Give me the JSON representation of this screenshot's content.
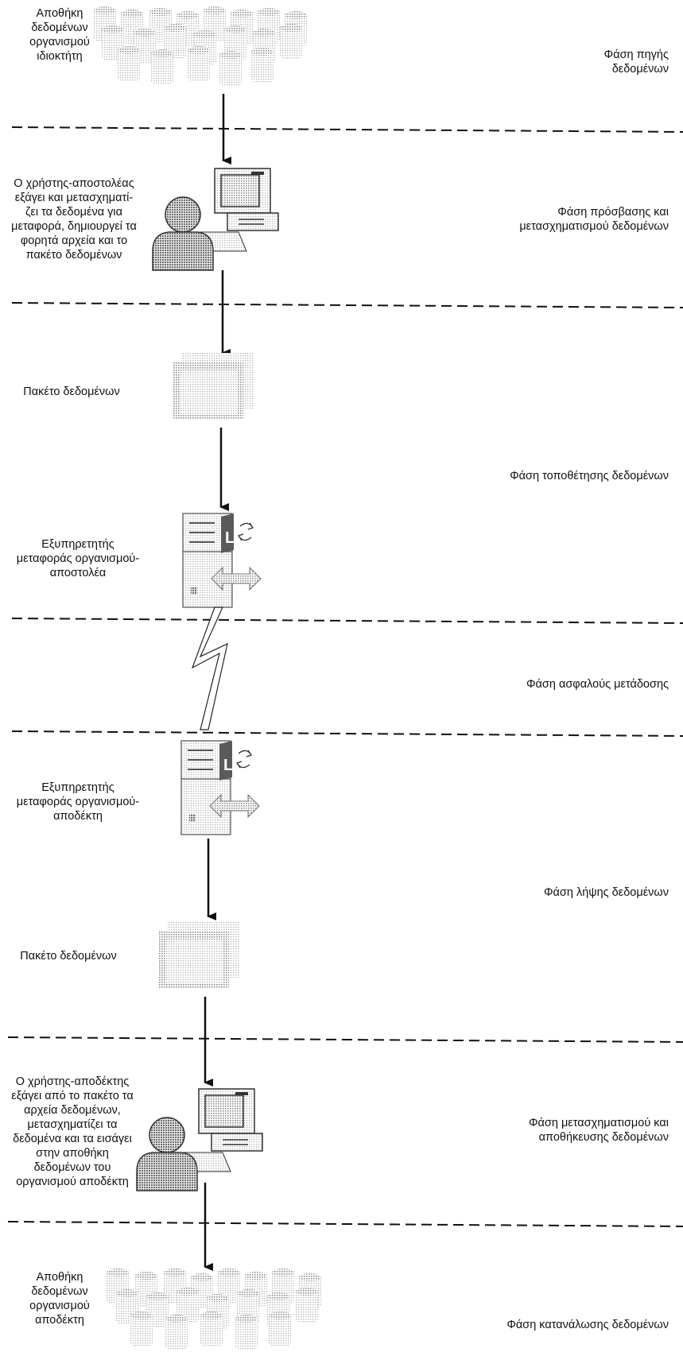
{
  "left_labels": {
    "source_db": [
      "Αποθήκη",
      "δεδομένων",
      "οργανισμού",
      "ιδιοκτήτη"
    ],
    "sender_user": [
      "Ο χρήστης-αποστολέας",
      "εξάγει και μετασχηματί-",
      "ζει τα δεδομένα για",
      "μεταφορά, δημιουργεί τα",
      "φορητά αρχεία και το",
      "πακέτο δεδομένων"
    ],
    "package_1": [
      "Πακέτο δεδομένων"
    ],
    "sender_server": [
      "Εξυπηρετητής",
      "μεταφοράς οργανισμού-",
      "αποστολέα"
    ],
    "receiver_server": [
      "Εξυπηρετητής",
      "μεταφοράς οργανισμού-",
      "αποδέκτη"
    ],
    "package_2": [
      "Πακέτο δεδομένων"
    ],
    "receiver_user": [
      "Ο χρήστης-αποδέκτης",
      "εξάγει από το πακέτο τα",
      "αρχεία δεδομένων,",
      "μετασχηματίζει τα",
      "δεδομένα και τα εισάγει",
      "στην αποθήκη",
      "δεδομένων του",
      "οργανισμού αποδέκτη"
    ],
    "target_db": [
      "Αποθήκη",
      "δεδομένων",
      "οργανισμού",
      "αποδέκτη"
    ]
  },
  "phases": {
    "source": [
      "Φάση πηγής",
      "δεδομένων"
    ],
    "access": [
      "Φάση πρόσβασης και",
      "μετασχηματισμού δεδομένων"
    ],
    "placement": [
      "Φάση τοποθέτησης δεδομένων"
    ],
    "transmission": [
      "Φάση ασφαλούς μετάδοσης"
    ],
    "reception": [
      "Φάση λήψης δεδομένων"
    ],
    "storage": [
      "Φάση μετασχηματισμού και",
      "αποθήκευσης δεδομένων"
    ],
    "consumption": [
      "Φάση κατανάλωσης δεδομένων"
    ]
  },
  "server_badge": "L",
  "icons": [
    "database-cluster-icon",
    "user-computer-icon",
    "package-icon",
    "transfer-server-icon",
    "lightning-link-icon",
    "arrow-icon"
  ]
}
